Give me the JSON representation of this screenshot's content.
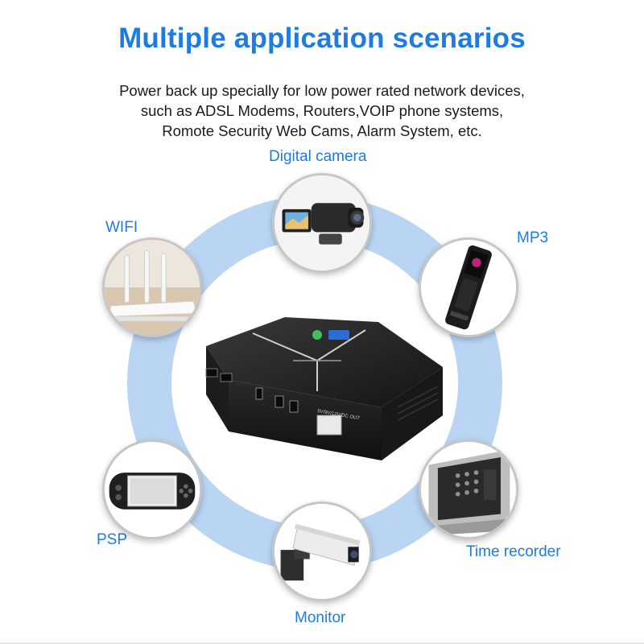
{
  "header": {
    "title": "Multiple application scenarios",
    "description_lines": [
      "Power back up specially for low power rated network devices,",
      "such as ADSL Modems, Routers,VOIP phone systems,",
      "Romote Security Web Cams, Alarm System, etc."
    ]
  },
  "scenarios": {
    "camera": {
      "label": "Digital camera",
      "icon": "digital-camera-icon"
    },
    "wifi": {
      "label": "WIFI",
      "icon": "wifi-router-icon"
    },
    "mp3": {
      "label": "MP3",
      "icon": "mp3-player-icon"
    },
    "psp": {
      "label": "PSP",
      "icon": "psp-console-icon"
    },
    "time": {
      "label": "Time recorder",
      "icon": "time-recorder-icon"
    },
    "monitor": {
      "label": "Monitor",
      "icon": "security-camera-icon"
    }
  },
  "device": {
    "icon": "mini-ups-device-icon",
    "port_label": "5V/9V/12V/DC OUT"
  },
  "colors": {
    "accent": "#1e7be0",
    "ring": "#b9d5f3",
    "text": "#1a1a1a"
  }
}
